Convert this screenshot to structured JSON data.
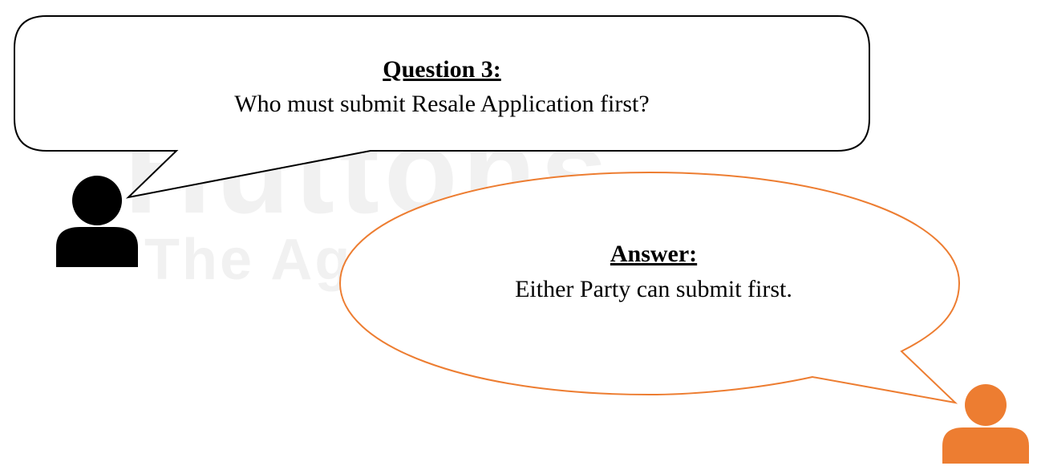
{
  "watermark": {
    "brand": "Huttons",
    "tagline": "The Agency"
  },
  "question_bubble": {
    "heading": "Question 3:",
    "text": "Who must submit Resale Application first?"
  },
  "answer_bubble": {
    "heading": "Answer:",
    "text": "Either Party can submit first."
  },
  "colors": {
    "asker": "#000000",
    "answerer": "#ed7d31",
    "watermark": "#f0f0f0"
  },
  "icons": {
    "asker": "person-icon",
    "answerer": "person-icon"
  }
}
